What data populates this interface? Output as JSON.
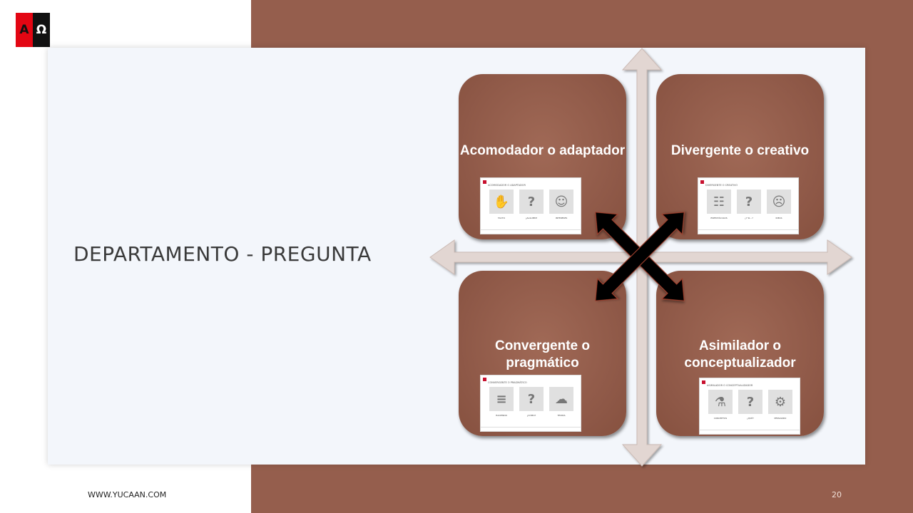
{
  "logo": {
    "left_letter": "A",
    "right_letter": "Ω"
  },
  "slide": {
    "title": "DEPARTAMENTO  - PREGUNTA",
    "footer_url": "WWW.YUCAAN.COM",
    "page_number": "20"
  },
  "quadrants": [
    {
      "label": "Acomodador o adaptador",
      "thumb_title": "Acomodador o adaptador",
      "thumb_icons": [
        "handshake-icon",
        "question-icon",
        "head-icon"
      ],
      "thumb_captions": [
        "TACTO",
        "¿ALGUIEN?",
        "INTERESES"
      ]
    },
    {
      "label": "Divergente o creativo",
      "thumb_title": "Divergente o creativo",
      "thumb_icons": [
        "spray-icon",
        "question-icon",
        "theater-masks-icon"
      ],
      "thumb_captions": [
        "ESPECTÁCULOS",
        "¿Y SI…?",
        "IDEAS"
      ]
    },
    {
      "label": "Convergente o pragmático",
      "thumb_title": "Convergente o pragmático",
      "thumb_icons": [
        "bridge-icon",
        "question-icon",
        "thought-cloud-icon"
      ],
      "thumb_captions": [
        "HACIENDO",
        "¿CÓMO?",
        "TEORÍA"
      ]
    },
    {
      "label": "Asimilador o conceptualizador",
      "thumb_title": "Asimilador o conceptualizador",
      "thumb_icons": [
        "flask-icon",
        "question-icon",
        "brain-gears-icon"
      ],
      "thumb_captions": [
        "CONCEPTOS",
        "¿QUÉ?",
        "PENSANDO"
      ]
    }
  ],
  "colors": {
    "brown": "#955e4d",
    "card": "#f3f6fb",
    "arrow_axis": "#e2d6d2",
    "arrow_diagonal": "#000000"
  }
}
